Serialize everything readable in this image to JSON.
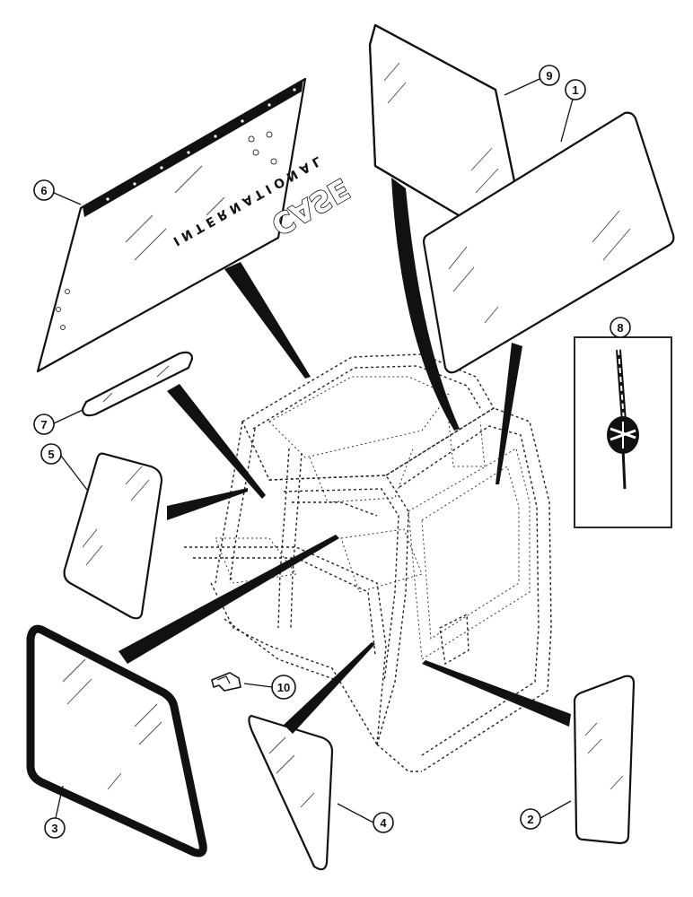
{
  "diagram": {
    "decal": {
      "brand_text": "CASE",
      "subtitle_text": "INTERNATIONAL"
    },
    "callouts": [
      {
        "id": "callout-1",
        "label": "1"
      },
      {
        "id": "callout-2",
        "label": "2"
      },
      {
        "id": "callout-3",
        "label": "3"
      },
      {
        "id": "callout-4",
        "label": "4"
      },
      {
        "id": "callout-5",
        "label": "5"
      },
      {
        "id": "callout-6",
        "label": "6"
      },
      {
        "id": "callout-7",
        "label": "7"
      },
      {
        "id": "callout-8",
        "label": "8"
      },
      {
        "id": "callout-9",
        "label": "9"
      },
      {
        "id": "callout-10",
        "label": "10"
      }
    ]
  }
}
